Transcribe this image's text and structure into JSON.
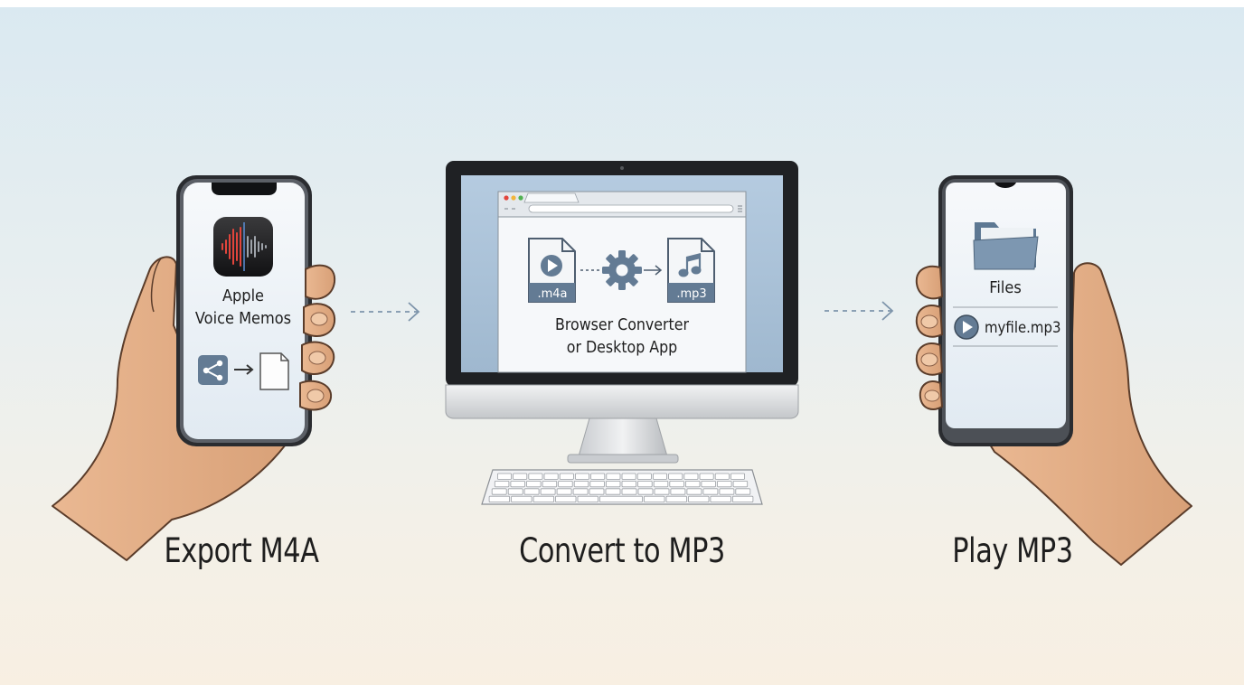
{
  "steps": [
    {
      "caption": "Export M4A",
      "phone_app_title_line1": "Apple",
      "phone_app_title_line2": "Voice Memos",
      "app_icon": "waveform-icon",
      "action_icons": [
        "share-icon",
        "arrow-right-icon",
        "document-icon"
      ]
    },
    {
      "caption": "Convert to MP3",
      "source_format": ".m4a",
      "target_format": ".mp3",
      "tool_label_line1": "Browser Converter",
      "tool_label_line2": "or Desktop App",
      "icons": [
        "play-icon",
        "gear-icon",
        "music-note-icon"
      ]
    },
    {
      "caption": "Play MP3",
      "phone_app_title": "Files",
      "file_name": "myfile.mp3",
      "icons": [
        "folder-icon",
        "play-icon"
      ]
    }
  ],
  "connectors": [
    "dashed-arrow-icon",
    "dashed-arrow-icon"
  ],
  "colors": {
    "background_top": "#dae9f1",
    "background_bottom": "#f8efe2",
    "skin": "#e3ad83",
    "skin_shadow": "#c98f66",
    "device_frame": "#2a2c30",
    "screen": "#f4f7fa",
    "accent_red": "#e2453c",
    "accent_slate": "#637b94",
    "text": "#1e1e1e"
  }
}
